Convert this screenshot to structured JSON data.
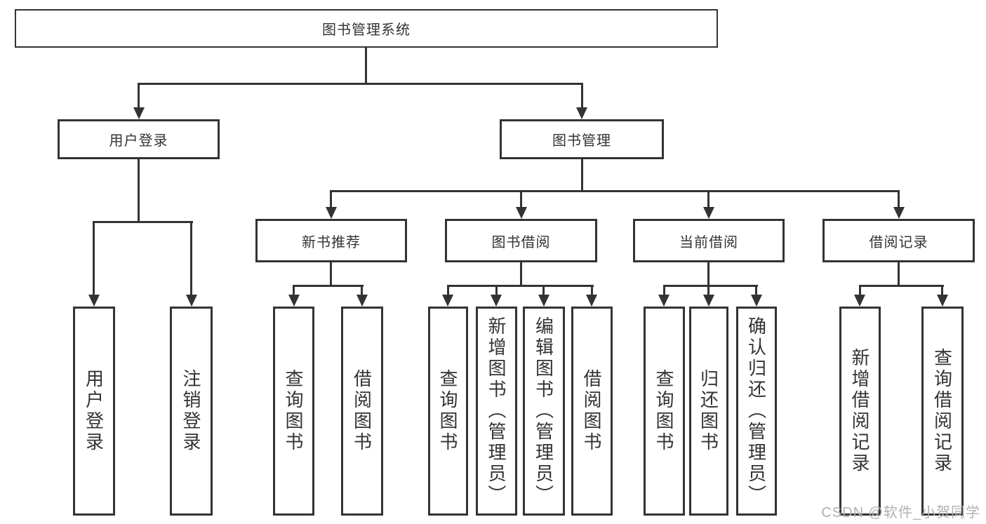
{
  "diagram": {
    "root": {
      "label": "图书管理系统"
    },
    "branches": [
      {
        "label": "用户登录",
        "children": [
          {
            "label": "用户登录"
          },
          {
            "label": "注销登录"
          }
        ]
      },
      {
        "label": "图书管理",
        "children": [
          {
            "label": "新书推荐",
            "children": [
              {
                "label": "查询图书"
              },
              {
                "label": "借阅图书"
              }
            ]
          },
          {
            "label": "图书借阅",
            "children": [
              {
                "label": "查询图书"
              },
              {
                "label": "新增图书（管理员）"
              },
              {
                "label": "编辑图书（管理员）"
              },
              {
                "label": "借阅图书"
              }
            ]
          },
          {
            "label": "当前借阅",
            "children": [
              {
                "label": "查询图书"
              },
              {
                "label": "归还图书"
              },
              {
                "label": "确认归还（管理员）"
              }
            ]
          },
          {
            "label": "借阅记录",
            "children": [
              {
                "label": "新增借阅记录"
              },
              {
                "label": "查询借阅记录"
              }
            ]
          }
        ]
      }
    ]
  },
  "watermark": {
    "text": "CSDN @软件_小贺同学"
  },
  "colors": {
    "line": "#333333",
    "box_border": "#333333",
    "text": "#333333",
    "watermark": "#b0b0b0",
    "background": "#ffffff"
  }
}
